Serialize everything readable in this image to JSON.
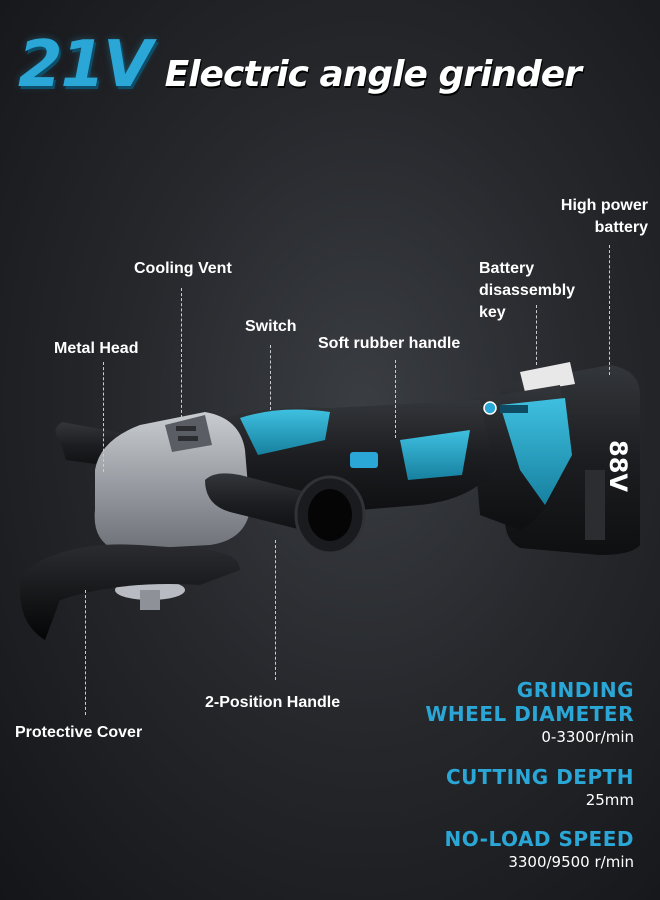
{
  "header": {
    "voltage": "21V",
    "title": "Electric angle grinder"
  },
  "callouts": {
    "high_power_battery": [
      "High power",
      "battery"
    ],
    "cooling_vent": "Cooling Vent",
    "battery_key": [
      "Battery",
      "disassembly",
      "key"
    ],
    "switch": "Switch",
    "metal_head": "Metal Head",
    "soft_handle": "Soft rubber handle",
    "two_position_handle": "2-Position Handle",
    "protective_cover": "Protective Cover"
  },
  "battery_marking": "88V",
  "specs": [
    {
      "title_lines": [
        "GRINDING",
        "WHEEL DIAMETER"
      ],
      "value": "0-3300r/min"
    },
    {
      "title_lines": [
        "CUTTING DEPTH"
      ],
      "value": "25mm"
    },
    {
      "title_lines": [
        "NO-LOAD SPEED"
      ],
      "value": "3300/9500 r/min"
    }
  ],
  "colors": {
    "accent": "#2aa7d6",
    "background": "#1e2024",
    "body_black": "#1c1d20",
    "metal": "#9a9ea4"
  }
}
